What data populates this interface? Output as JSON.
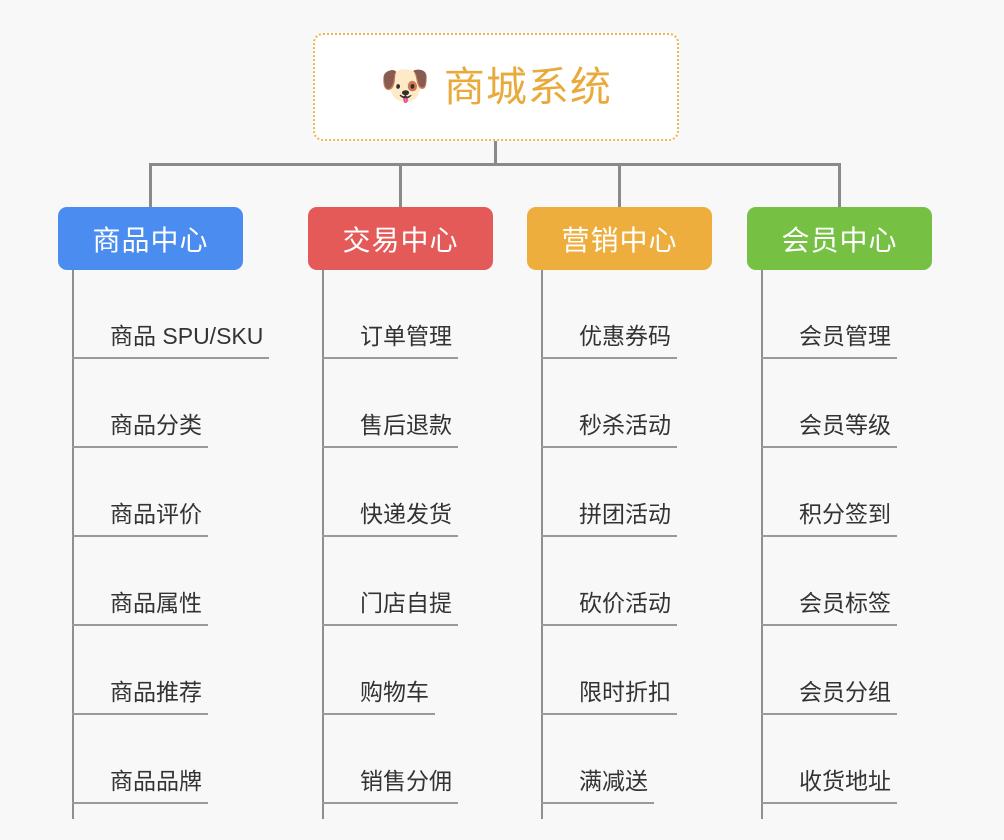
{
  "diagram": {
    "type": "tree",
    "background_color": "#f8f8f8",
    "root": {
      "icon": "shiba-dog-face-emoji",
      "icon_glyph": "🐶",
      "title": "商城系统",
      "title_color": "#e9aa3c",
      "border_color": "#eeb650",
      "border_style": "dotted"
    },
    "connector_color": "#8a8a8a",
    "categories": [
      {
        "id": "product-center",
        "label": "商品中心",
        "color": "#4a8cf0",
        "items": [
          "商品 SPU/SKU",
          "商品分类",
          "商品评价",
          "商品属性",
          "商品推荐",
          "商品品牌"
        ]
      },
      {
        "id": "trade-center",
        "label": "交易中心",
        "color": "#e45a58",
        "items": [
          "订单管理",
          "售后退款",
          "快递发货",
          "门店自提",
          "购物车",
          "销售分佣"
        ]
      },
      {
        "id": "marketing-center",
        "label": "营销中心",
        "color": "#eeae3e",
        "items": [
          "优惠券码",
          "秒杀活动",
          "拼团活动",
          "砍价活动",
          "限时折扣",
          "满减送"
        ]
      },
      {
        "id": "member-center",
        "label": "会员中心",
        "color": "#76c044",
        "items": [
          "会员管理",
          "会员等级",
          "积分签到",
          "会员标签",
          "会员分组",
          "收货地址"
        ]
      }
    ]
  }
}
